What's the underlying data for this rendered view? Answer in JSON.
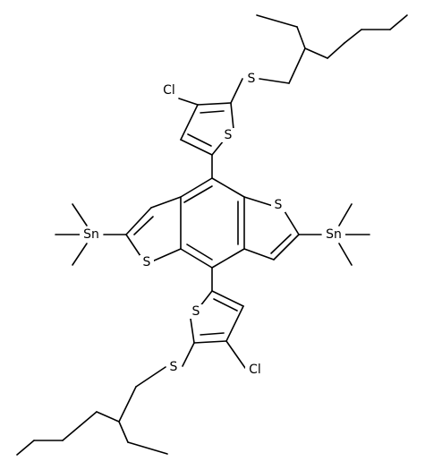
{
  "labels": {
    "s_side_top": "S",
    "cl_top": "Cl",
    "s_ring_top": "S",
    "s_core_right": "S",
    "sn_left": "Sn",
    "sn_right": "Sn",
    "s_core_left": "S",
    "s_ring_bottom": "S",
    "cl_bottom": "Cl",
    "s_side_bottom": "S"
  }
}
